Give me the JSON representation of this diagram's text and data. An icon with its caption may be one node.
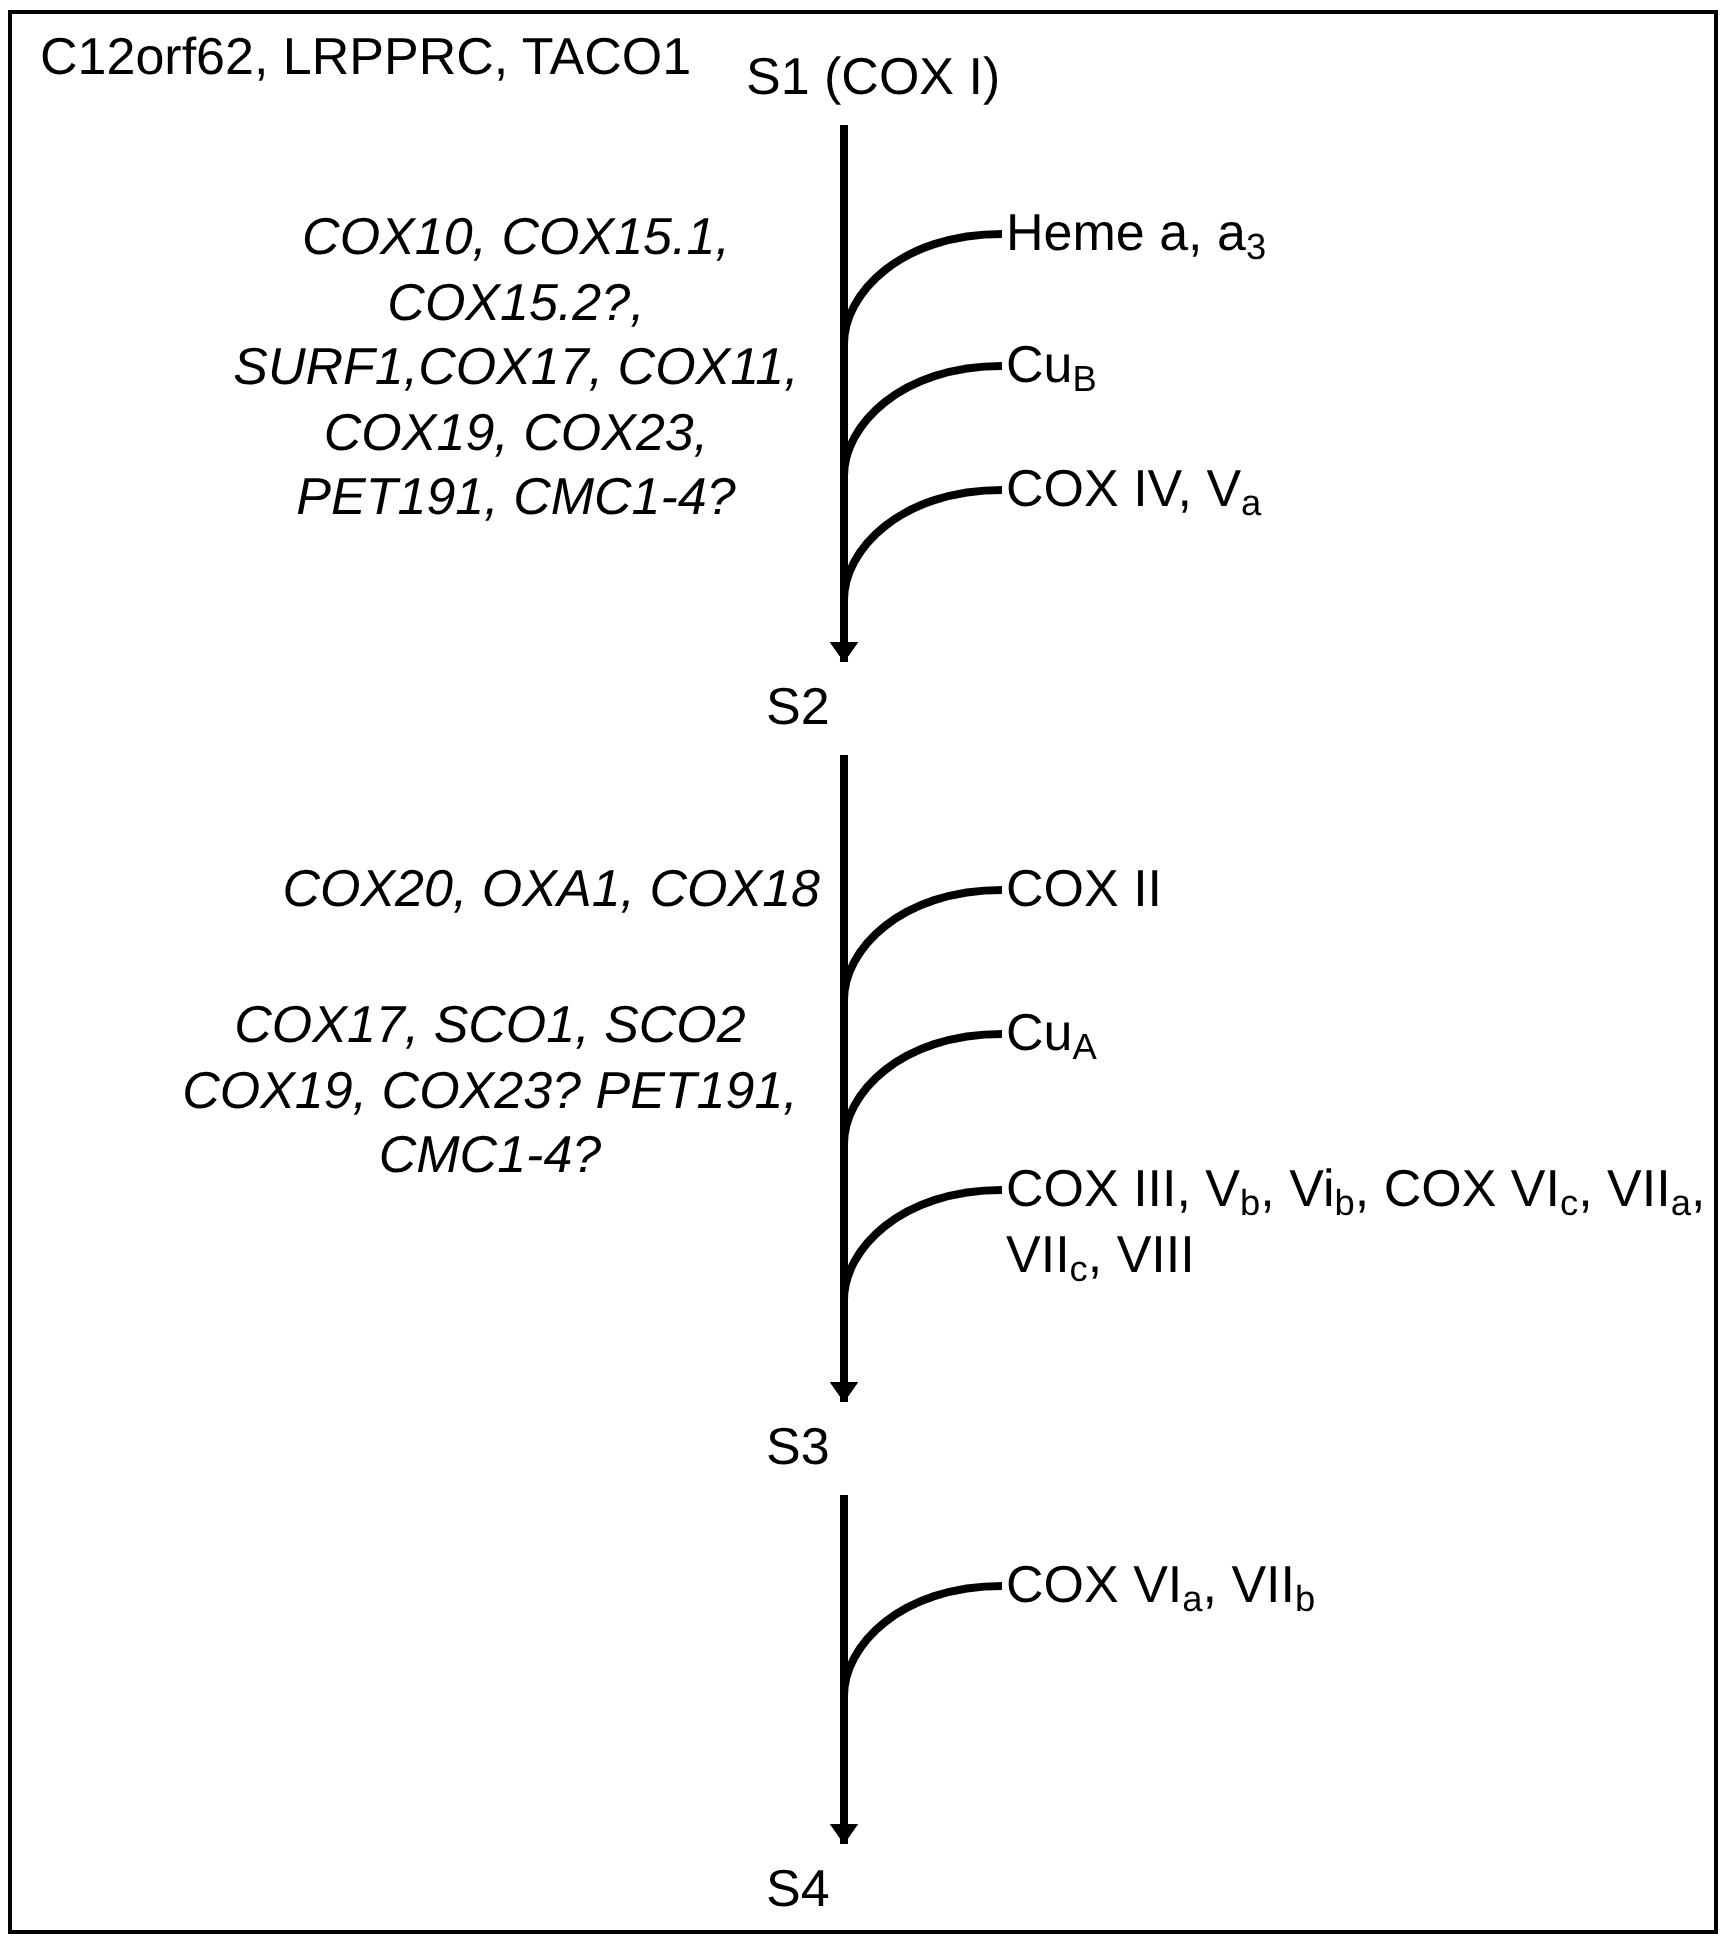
{
  "diagram": {
    "nodes": [
      {
        "text": [
          "S1 (COX I)"
        ]
      },
      {
        "text": [
          "S2"
        ]
      },
      {
        "text": [
          "S3"
        ]
      },
      {
        "text": [
          "S4"
        ]
      },
      {
        "text": [
          "Heme a, a$_{3}$"
        ]
      },
      {
        "text": [
          "Cu$_{B}$"
        ]
      },
      {
        "text": [
          "COX IV, V$_{a}$"
        ]
      },
      {
        "text": [
          "COX II"
        ]
      },
      {
        "text": [
          "Cu$_{A}$"
        ]
      },
      {
        "text": [
          "COX III, V$_{b}$, Vi$_{b}$, COX VI$_{c}$, VII$_{a}$, VII$_{c}$, VIII"
        ]
      },
      {
        "text": [
          "COX VI$_{a}$, VII$_{b}$"
        ]
      }
    ],
    "edges": [
      {
        "from": 0,
        "to": 1,
        "arrow": "to"
      },
      {
        "from": 4,
        "to": 1,
        "arrow": "to"
      },
      {
        "from": 5,
        "to": 1,
        "arrow": "to"
      },
      {
        "from": 6,
        "to": 1,
        "arrow": "to"
      },
      {
        "from": 1,
        "to": 2,
        "arrow": "to"
      },
      {
        "from": 7,
        "to": 2,
        "arrow": "to"
      },
      {
        "from": 8,
        "to": 2,
        "arrow": "to"
      },
      {
        "from": 9,
        "to": 2,
        "arrow": "to"
      },
      {
        "from": 2,
        "to": 3,
        "arrow": "to"
      },
      {
        "from": 10,
        "to": 3,
        "arrow": "to"
      }
    ],
    "labels": [
      "C12orf62, LRPPRC, TACO1",
      "COX10, COX15.1, COX15.2?, SURF1,COX17, COX11, COX19, COX23, PET191, CMC1-4?",
      "COX20, OXA1, COX18",
      "COX17, SCO1, SCO2 COX19, COX23? PET191, CMC1-4?"
    ]
  }
}
